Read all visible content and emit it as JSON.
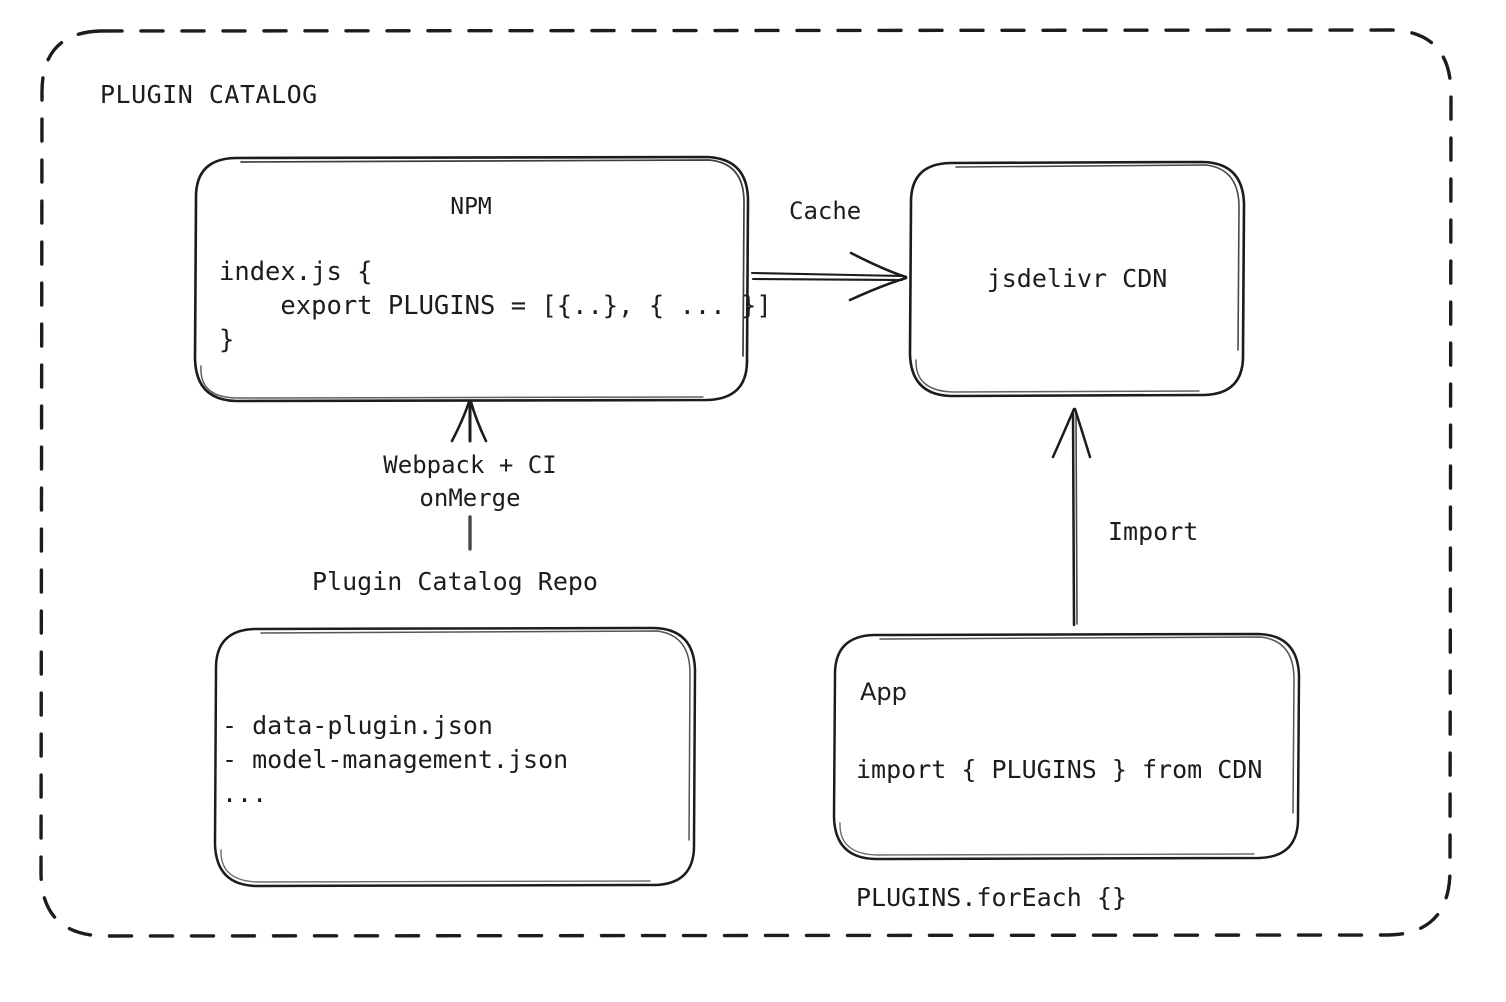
{
  "diagram": {
    "title": "PLUGIN CATALOG",
    "background_color": "#ffffff",
    "stroke_color": "#1c1c1c",
    "style": "hand-drawn sketch"
  },
  "nodes": {
    "npm": {
      "title": "NPM",
      "code": "index.js {\n    export PLUGINS = [{..}, { ... }]\n}"
    },
    "cdn": {
      "title": "jsdelivr CDN"
    },
    "repo": {
      "label": "Plugin Catalog Repo",
      "items": "- data-plugin.json\n- model-management.json\n..."
    },
    "app": {
      "title": "App",
      "code": "import { PLUGINS } from CDN\n\nPLUGINS.forEach {}"
    }
  },
  "edges": {
    "cache": {
      "label": "Cache",
      "from": "npm",
      "to": "cdn",
      "direction": "right"
    },
    "webpack": {
      "label": "Webpack + CI\nonMerge",
      "from": "repo",
      "to": "npm",
      "direction": "up"
    },
    "import": {
      "label": "Import",
      "from": "app",
      "to": "cdn",
      "direction": "up"
    }
  }
}
